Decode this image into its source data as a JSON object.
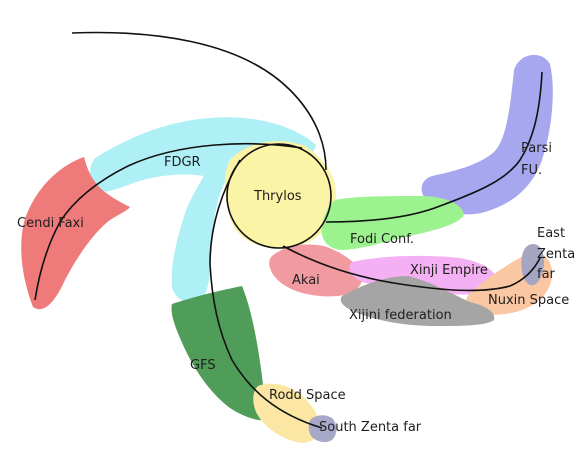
{
  "map": {
    "labels": {
      "fdgr": "FDGR",
      "cendi": "Cendi Faxi",
      "thrylos": "Thrylos",
      "parsi_line1": "Parsi",
      "parsi_line2": "FU.",
      "fodi": "Fodi Conf.",
      "akai": "Akai",
      "xinji": "Xinji Empire",
      "east_line1": "East",
      "east_line2": "Zenta",
      "east_line3": "far",
      "nuxin": "Nuxin Space",
      "xijini": "Xijini federation",
      "gfs": "GFS",
      "rodd": "Rodd Space",
      "south_zenta": "South Zenta far"
    },
    "colors": {
      "fdgr": "#aef0f6",
      "cendi": "#ee7a7a",
      "thrylos": "#fbf3a6",
      "parsi": "#a7a7ef",
      "fodi": "#9cf28e",
      "akai": "#f19aa0",
      "xinji": "#f4b0f2",
      "nuxin": "#fac7a2",
      "east_zenta": "#a6a6c2",
      "xijini": "#a5a5a5",
      "gfs": "#4f9d59",
      "rodd": "#fbe6a3",
      "south_zenta": "#a8a8c8",
      "route": "#111111"
    }
  }
}
